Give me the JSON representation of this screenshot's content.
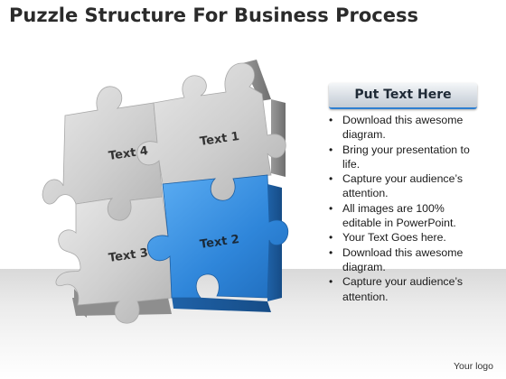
{
  "title": "Puzzle Structure For Business Process",
  "pieces": [
    {
      "id": "text1",
      "label": "Text 1",
      "color": "gray"
    },
    {
      "id": "text2",
      "label": "Text 2",
      "color": "blue"
    },
    {
      "id": "text3",
      "label": "Text 3",
      "color": "gray"
    },
    {
      "id": "text4",
      "label": "Text 4",
      "color": "gray"
    }
  ],
  "panel": {
    "header": "Put Text Here",
    "bullets": [
      "Download this awesome diagram.",
      "Bring your presentation to life.",
      "Capture your audience’s attention.",
      "All images are 100% editable in PowerPoint.",
      "Your Text Goes here.",
      "Download this awesome diagram.",
      "Capture your audience’s attention."
    ]
  },
  "logo": "Your logo",
  "colors": {
    "accent_blue": "#3d8fe0",
    "piece_gray": "#c9c9c9",
    "title": "#2b2b2b"
  }
}
